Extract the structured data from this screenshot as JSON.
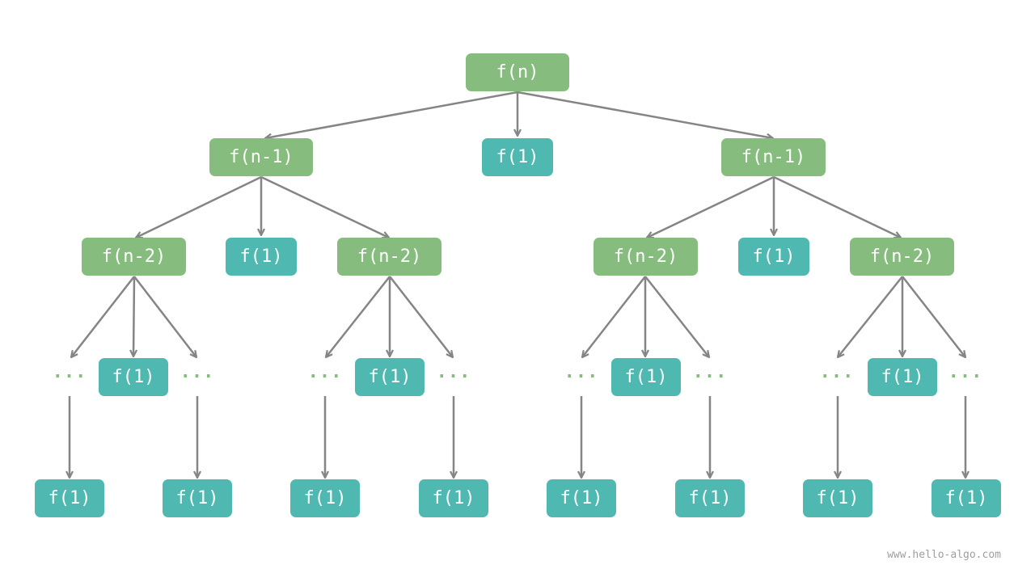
{
  "colors": {
    "internal": "#86bc7e",
    "leaf": "#4fb8b0",
    "edge": "#858585",
    "ellipsis": "#86bc7e",
    "watermark": "#9e9e9e"
  },
  "tree": {
    "root": "f(n)",
    "level1": [
      "f(n-1)",
      "f(1)",
      "f(n-1)"
    ],
    "level2": [
      "f(n-2)",
      "f(1)",
      "f(n-2)",
      "f(n-2)",
      "f(1)",
      "f(n-2)"
    ],
    "level3_leaf": [
      "f(1)",
      "f(1)",
      "f(1)",
      "f(1)"
    ],
    "ellipsis": [
      "···",
      "···",
      "···",
      "···",
      "···",
      "···",
      "···",
      "···"
    ],
    "level4": [
      "f(1)",
      "f(1)",
      "f(1)",
      "f(1)",
      "f(1)",
      "f(1)",
      "f(1)",
      "f(1)"
    ]
  },
  "watermark": "www.hello-algo.com"
}
